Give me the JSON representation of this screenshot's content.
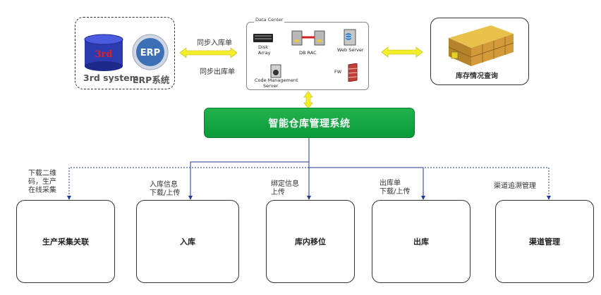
{
  "left_system": {
    "db_label": "3rd system",
    "db_badge": "3rd",
    "erp_label": "ERP系统",
    "erp_badge": "ERP"
  },
  "sync": {
    "inbound": "同步入库单",
    "outbound": "同步出库单"
  },
  "data_center": {
    "title": "Data Center",
    "disk_array": [
      "Disk",
      "Array"
    ],
    "db_rac": "DB RAC",
    "web_server": "Web Server",
    "code_server": [
      "Code Management",
      "Server"
    ],
    "fw": "FW"
  },
  "warehouse_query": {
    "label": "库存情况查询"
  },
  "main_system": {
    "label": "智能仓库管理系统"
  },
  "flows": [
    {
      "lines": [
        "下载二维",
        "码，生产",
        "在线采集"
      ]
    },
    {
      "lines": [
        "入库信息",
        "下载/上传"
      ]
    },
    {
      "lines": [
        "绑定信息",
        "上传"
      ]
    },
    {
      "lines": [
        "出库单",
        "下载/上传"
      ]
    },
    {
      "lines": [
        "渠道追溯管理"
      ]
    }
  ],
  "modules": [
    {
      "label": "生产采集关联"
    },
    {
      "label": "入库"
    },
    {
      "label": "库内移位"
    },
    {
      "label": "出库"
    },
    {
      "label": "渠道管理"
    }
  ],
  "colors": {
    "main_green": "#14a844",
    "arrow_yellow": "#f2ee2a",
    "connector_blue": "#1f3a93"
  }
}
